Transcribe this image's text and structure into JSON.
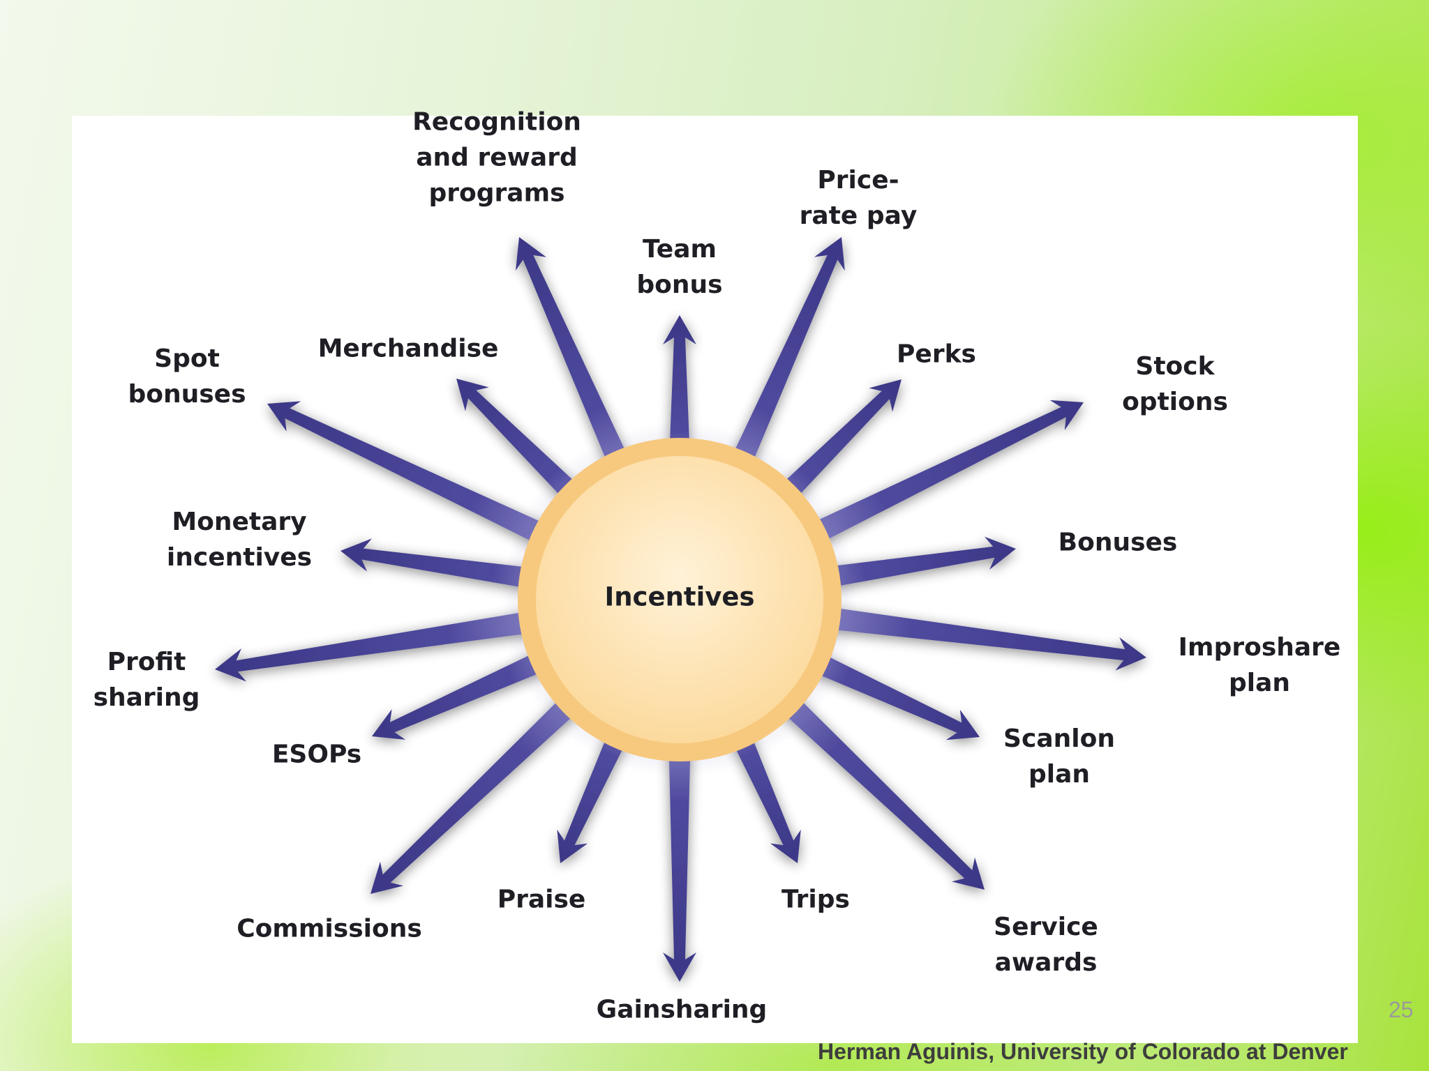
{
  "diagram": {
    "center_label": "Incentives",
    "spokes": [
      {
        "id": "recognition-and-reward-programs",
        "label": "Recognition\nand reward\nprograms"
      },
      {
        "id": "team-bonus",
        "label": "Team\nbonus"
      },
      {
        "id": "price-rate-pay",
        "label": "Price-\nrate pay"
      },
      {
        "id": "perks",
        "label": "Perks"
      },
      {
        "id": "stock-options",
        "label": "Stock\noptions"
      },
      {
        "id": "bonuses",
        "label": "Bonuses"
      },
      {
        "id": "improshare-plan",
        "label": "Improshare\nplan"
      },
      {
        "id": "scanlon-plan",
        "label": "Scanlon\nplan"
      },
      {
        "id": "service-awards",
        "label": "Service\nawards"
      },
      {
        "id": "trips",
        "label": "Trips"
      },
      {
        "id": "gainsharing",
        "label": "Gainsharing"
      },
      {
        "id": "praise",
        "label": "Praise"
      },
      {
        "id": "commissions",
        "label": "Commissions"
      },
      {
        "id": "esops",
        "label": "ESOPs"
      },
      {
        "id": "profit-sharing",
        "label": "Profit\nsharing"
      },
      {
        "id": "monetary-incentives",
        "label": "Monetary\nincentives"
      },
      {
        "id": "spot-bonuses",
        "label": "Spot\nbonuses"
      },
      {
        "id": "merchandise",
        "label": "Merchandise"
      }
    ],
    "colors": {
      "arrow": "#4f4a9e",
      "arrow_dark": "#3b3786",
      "arrow_light": "#9b97d2",
      "circle_outer": "#f7c97e",
      "circle_inner": "#fde6bd",
      "text": "#1e1e24"
    }
  },
  "footer": {
    "page_number": "25",
    "credit": "Herman Aguinis, University of Colorado at Denver"
  }
}
